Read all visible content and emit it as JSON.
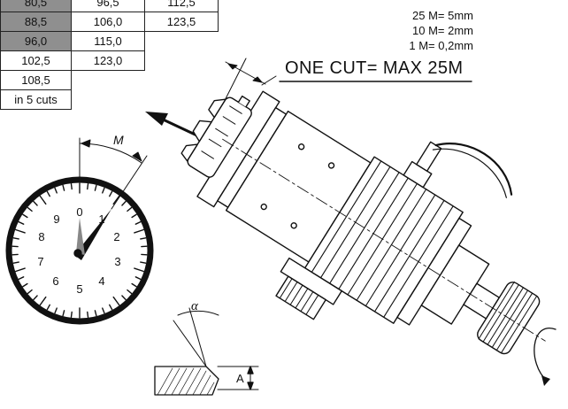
{
  "table": {
    "rows": [
      [
        "80,5",
        "96,5",
        "112,5"
      ],
      [
        "88,5",
        "106,0",
        "123,5"
      ],
      [
        "96,0",
        "115,0",
        ""
      ],
      [
        "102,5",
        "123,0",
        ""
      ],
      [
        "108,5",
        "",
        ""
      ],
      [
        "in 5 cuts",
        "",
        ""
      ]
    ],
    "shaded_cells": "first column of rows 1-3"
  },
  "notes": [
    "25 M= 5mm",
    "10 M= 2mm",
    "1 M= 0,2mm"
  ],
  "cut_label": "ONE CUT= MAX 25M",
  "dial": {
    "numbers": [
      "0",
      "1",
      "2",
      "3",
      "4",
      "5",
      "6",
      "7",
      "8",
      "9"
    ],
    "arc_label": "M"
  },
  "angle_label": "α",
  "height_label": "A",
  "colors": {
    "shaded": "#8f8f8f",
    "ink": "#111111"
  }
}
